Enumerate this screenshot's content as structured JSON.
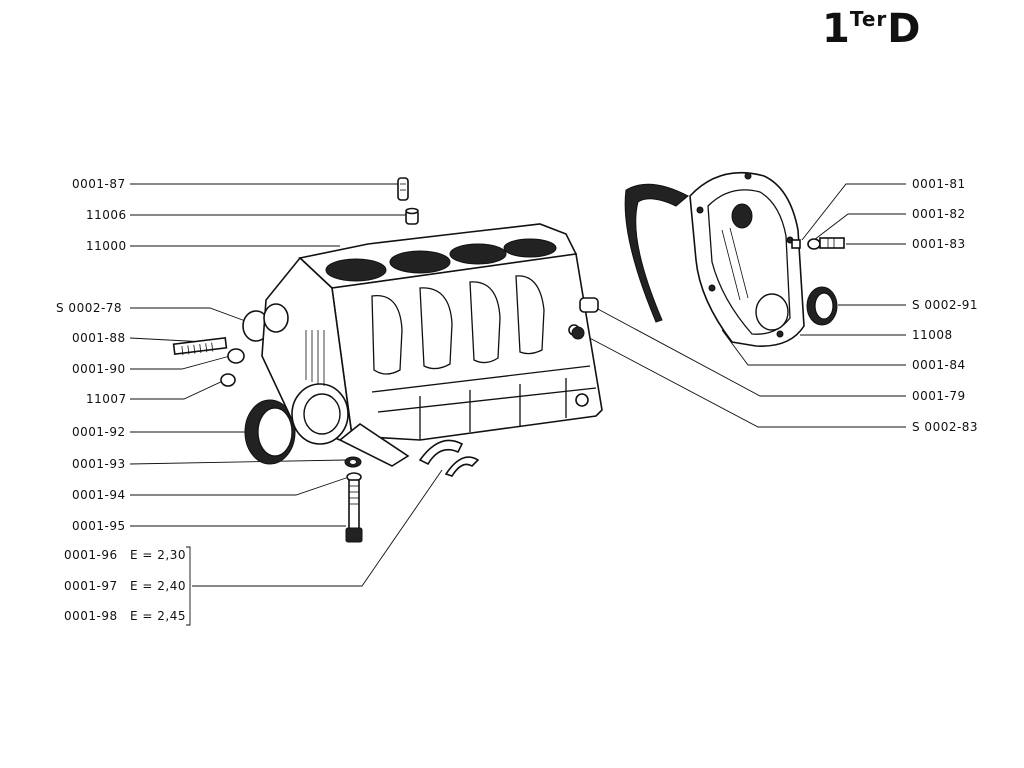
{
  "title": {
    "num": "1",
    "sup": "Ter",
    "letter": "D"
  },
  "labels_left": [
    {
      "id": "0001-87",
      "text": "0001-87"
    },
    {
      "id": "11006",
      "text": "11006"
    },
    {
      "id": "11000",
      "text": "11000"
    },
    {
      "id": "S0002-78",
      "text": "S 0002-78"
    },
    {
      "id": "0001-88",
      "text": "0001-88"
    },
    {
      "id": "0001-90",
      "text": "0001-90"
    },
    {
      "id": "11007",
      "text": "11007"
    },
    {
      "id": "0001-92",
      "text": "0001-92"
    },
    {
      "id": "0001-93",
      "text": "0001-93"
    },
    {
      "id": "0001-94",
      "text": "0001-94"
    },
    {
      "id": "0001-95",
      "text": "0001-95"
    }
  ],
  "labels_shims": [
    {
      "code": "0001-96",
      "e": "E = 2,30"
    },
    {
      "code": "0001-97",
      "e": "E = 2,40"
    },
    {
      "code": "0001-98",
      "e": "E = 2,45"
    }
  ],
  "labels_right": [
    {
      "id": "0001-81",
      "text": "0001-81"
    },
    {
      "id": "0001-82",
      "text": "0001-82"
    },
    {
      "id": "0001-83",
      "text": "0001-83"
    },
    {
      "id": "S0002-91",
      "text": "S 0002-91"
    },
    {
      "id": "11008",
      "text": "11008"
    },
    {
      "id": "0001-84",
      "text": "0001-84"
    },
    {
      "id": "0001-79",
      "text": "0001-79"
    },
    {
      "id": "S0002-83",
      "text": "S 0002-83"
    }
  ]
}
